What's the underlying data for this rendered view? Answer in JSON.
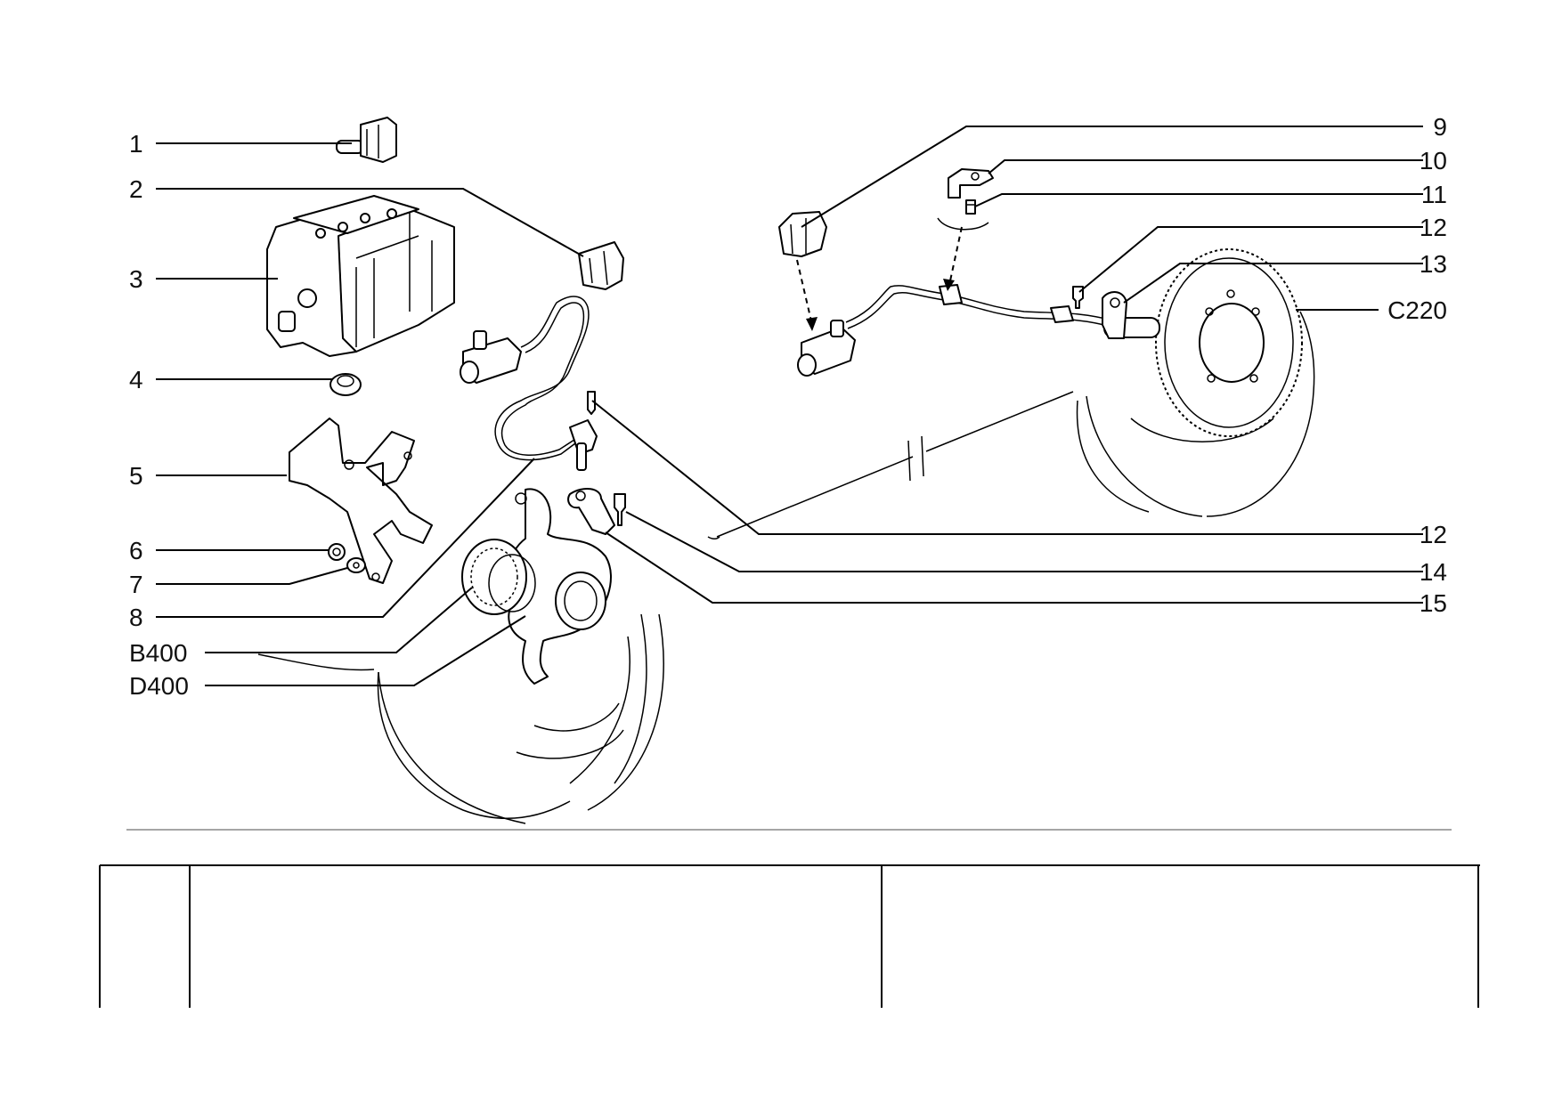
{
  "callouts": {
    "left": [
      "1",
      "2",
      "3",
      "4",
      "5",
      "6",
      "7",
      "8",
      "B400",
      "D400"
    ],
    "right": [
      "9",
      "10",
      "11",
      "12",
      "13",
      "C220",
      "12",
      "14",
      "15"
    ]
  },
  "table": {
    "columns": 3,
    "cells": [
      "",
      "",
      ""
    ]
  },
  "colors": {
    "ink": "#000000",
    "paper": "#ffffff",
    "divider": "#888888"
  }
}
